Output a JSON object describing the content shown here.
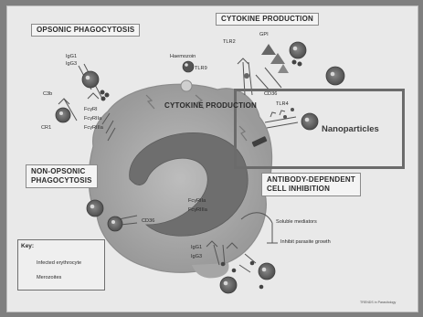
{
  "sections": {
    "opsonic": "OPSONIC PHAGOCYTOSIS",
    "cytokine_top": "CYTOKINE PRODUCTION",
    "cytokine_mid": "CYTOKINE PRODUCTION",
    "non_opsonic_1": "NON-OPSONIC",
    "non_opsonic_2": "PHAGOCYTOSIS",
    "adci_1": "ANTIBODY-DEPENDENT",
    "adci_2": "CELL INHIBITION"
  },
  "labels": {
    "igg1_top": "IgG1",
    "igg3_top": "IgG3",
    "c3b": "C3b",
    "cr1": "CR1",
    "fcgr1": "FcγRI",
    "fcgr2a": "FcγRIIa",
    "fcgr3a": "FcγRIIIa",
    "haemozoin": "Haemozoin",
    "tlr9": "TLR9",
    "tlr2": "TLR2",
    "gpi": "GPI",
    "cd36_top": "CD36",
    "tlr4": "TLR4",
    "nanoparticles": "Nanoparticles",
    "cd36_bottom": "CD36",
    "fcgr2a_bottom": "FcγRIIa",
    "fcgr3a_bottom": "FcγRIIIa",
    "igg1_bottom": "IgG1",
    "igg3_bottom": "IgG3",
    "soluble": "Soluble mediators",
    "inhibit": "Inhibit parasite growth"
  },
  "key": {
    "title": "Key:",
    "infected": "Infected erythrocyte",
    "merozoites": "Merozoites"
  },
  "credit": "TRENDS in Parasitology",
  "colors": {
    "background": "#7f7f7f",
    "panel": "#e9e9e9",
    "cell": "#a8a8a8",
    "nucleus": "#6e6e6e"
  }
}
